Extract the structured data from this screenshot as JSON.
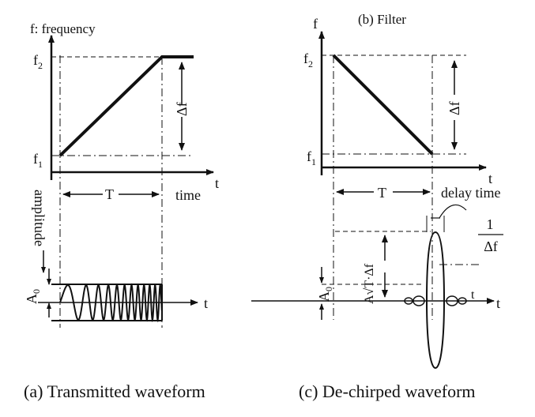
{
  "panel_a": {
    "freq_axis_label": "f: frequency",
    "f2": "f",
    "f2_sub": "2",
    "f1": "f",
    "f1_sub": "1",
    "delta_f": "Δf",
    "t_axis": "t",
    "time_label": "time",
    "period_label": "T",
    "amplitude_label": "amplitude",
    "a0": "A",
    "a0_sub": "0",
    "wave_t": "t",
    "caption": "(a) Transmitted waveform"
  },
  "panel_b": {
    "title": "(b) Filter",
    "freq_axis_label": "f",
    "f2": "f",
    "f2_sub": "2",
    "f1": "f",
    "f1_sub": "1",
    "delta_f": "Δf",
    "t_axis": "t",
    "period_label": "T",
    "delay_label": "delay time"
  },
  "panel_c": {
    "peak_label": "A√T·Δf",
    "a0": "A",
    "a0_sub": "0",
    "t_axis": "t",
    "t_axis_inner": "t",
    "frac_num": "1",
    "frac_den": "Δf",
    "caption": "(c) De-chirped waveform"
  }
}
